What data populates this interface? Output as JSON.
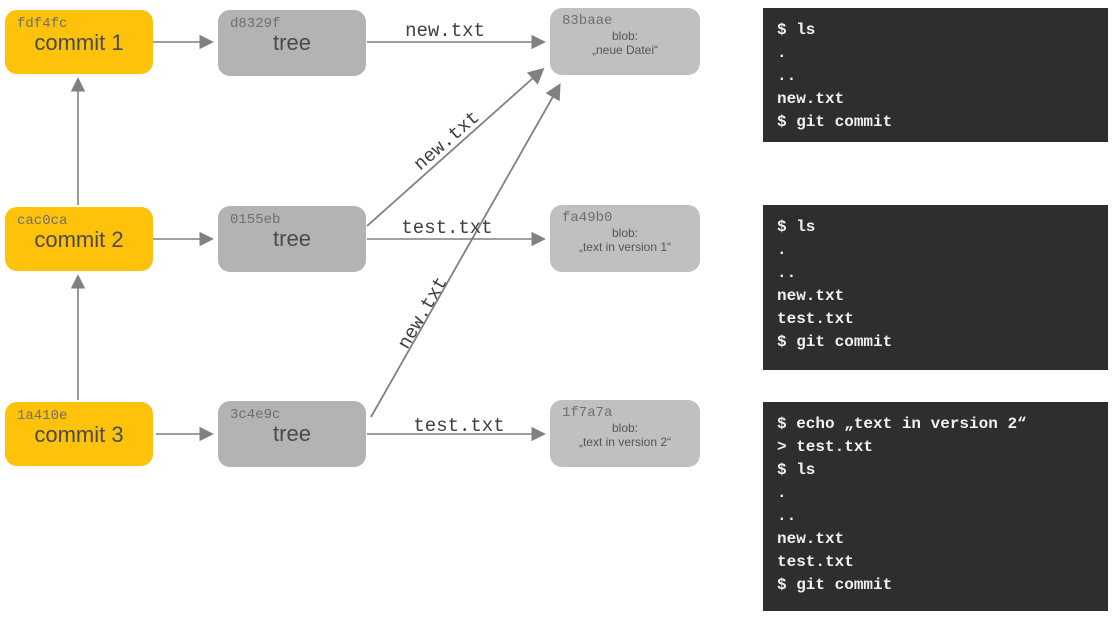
{
  "diagram": {
    "colors": {
      "commit_fill": "#ffc20a",
      "tree_fill": "#b3b3b3",
      "blob_fill": "#c0c0c0",
      "arrow": "#808080",
      "terminal_bg": "#2e2e2e",
      "terminal_text": "#f0f0f0"
    },
    "commits": [
      {
        "hash": "fdf4fc",
        "label": "commit 1"
      },
      {
        "hash": "cac0ca",
        "label": "commit 2"
      },
      {
        "hash": "1a410e",
        "label": "commit 3"
      }
    ],
    "trees": [
      {
        "hash": "d8329f",
        "label": "tree"
      },
      {
        "hash": "0155eb",
        "label": "tree"
      },
      {
        "hash": "3c4e9c",
        "label": "tree"
      }
    ],
    "blobs": [
      {
        "hash": "83baae",
        "type_label": "blob:",
        "content": "„neue Datei“"
      },
      {
        "hash": "fa49b0",
        "type_label": "blob:",
        "content": "„text in version 1“"
      },
      {
        "hash": "1f7a7a",
        "type_label": "blob:",
        "content": "„text in version 2“"
      }
    ],
    "edge_labels": {
      "tree1_to_blob1": "new.txt",
      "tree2_to_blob1": "new.txt",
      "tree2_to_blob2": "test.txt",
      "tree3_to_blob1": "new.txt",
      "tree3_to_blob3": "test.txt"
    }
  },
  "terminals": [
    {
      "lines": [
        "$ ls",
        ".",
        "..",
        "new.txt",
        "$ git commit"
      ]
    },
    {
      "lines": [
        "$ ls",
        ".",
        "..",
        "new.txt",
        "test.txt",
        "$ git commit"
      ]
    },
    {
      "lines": [
        "$ echo „text in version 2“",
        "> test.txt",
        "$ ls",
        ".",
        "..",
        "new.txt",
        "test.txt",
        "$ git commit"
      ]
    }
  ]
}
